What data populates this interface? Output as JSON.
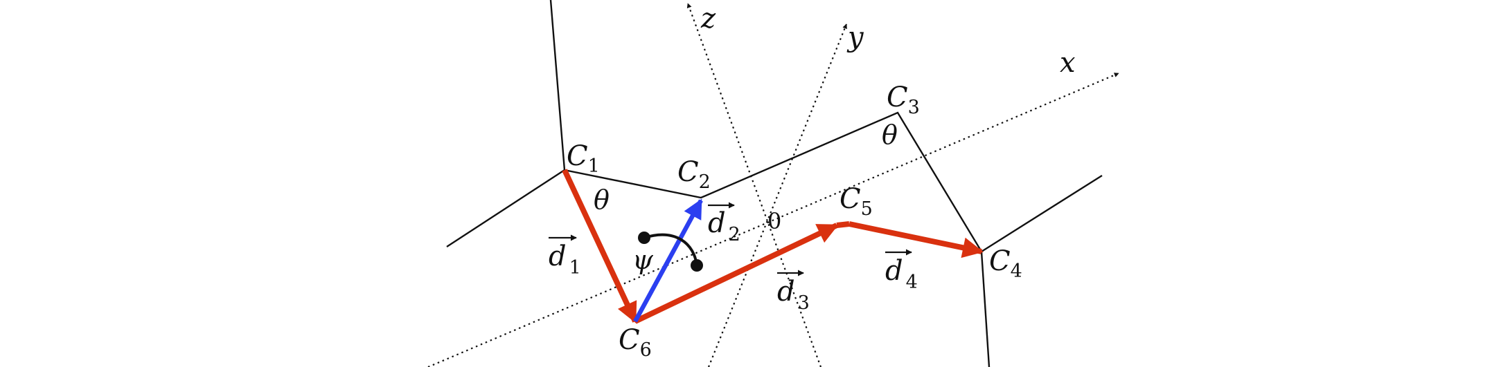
{
  "axes": {
    "x": "x",
    "y": "y",
    "z": "z",
    "origin": "0"
  },
  "atoms": {
    "c1": {
      "base": "C",
      "sub": "1"
    },
    "c2": {
      "base": "C",
      "sub": "2"
    },
    "c3": {
      "base": "C",
      "sub": "3"
    },
    "c4": {
      "base": "C",
      "sub": "4"
    },
    "c5": {
      "base": "C",
      "sub": "5"
    },
    "c6": {
      "base": "C",
      "sub": "6"
    }
  },
  "vectors": {
    "d1": {
      "base": "d",
      "sub": "1"
    },
    "d2": {
      "base": "d",
      "sub": "2"
    },
    "d3": {
      "base": "d",
      "sub": "3"
    },
    "d4": {
      "base": "d",
      "sub": "4"
    }
  },
  "angles": {
    "theta": "θ",
    "psi": "ψ"
  },
  "colors": {
    "red_vectors": "#d9310f",
    "blue_vector": "#2b3ff0",
    "lines": "#111111"
  }
}
